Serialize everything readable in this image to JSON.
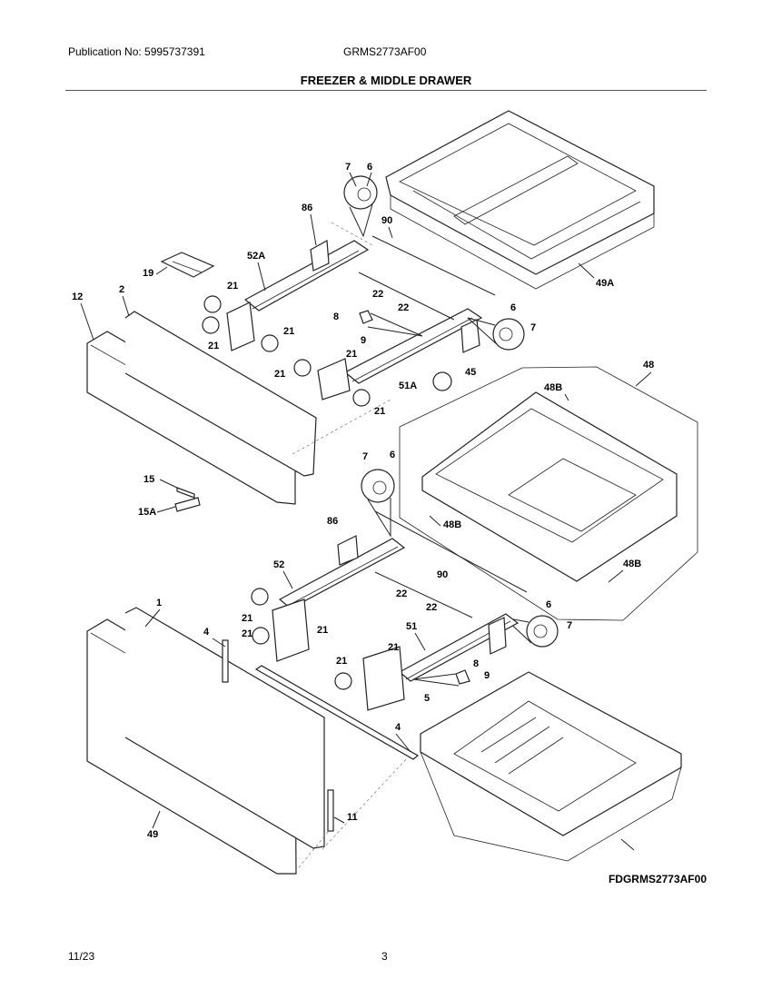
{
  "header": {
    "publication": "Publication No: 5995737391",
    "model": "GRMS2773AF00",
    "title": "FREEZER & MIDDLE DRAWER"
  },
  "figure_code": "FDGRMS2773AF00",
  "footer": {
    "date": "11/23",
    "page": "3"
  },
  "callouts": [
    "7",
    "6",
    "86",
    "90",
    "52A",
    "19",
    "49A",
    "12",
    "2",
    "21",
    "22",
    "22",
    "8",
    "6",
    "21",
    "9",
    "7",
    "21",
    "21",
    "21",
    "45",
    "48",
    "51A",
    "21",
    "48B",
    "15",
    "15A",
    "7",
    "6",
    "86",
    "48B",
    "52",
    "90",
    "22",
    "48B",
    "1",
    "21",
    "22",
    "6",
    "21",
    "7",
    "4",
    "51",
    "21",
    "21",
    "8",
    "9",
    "21",
    "5",
    "4",
    "11",
    "49"
  ]
}
